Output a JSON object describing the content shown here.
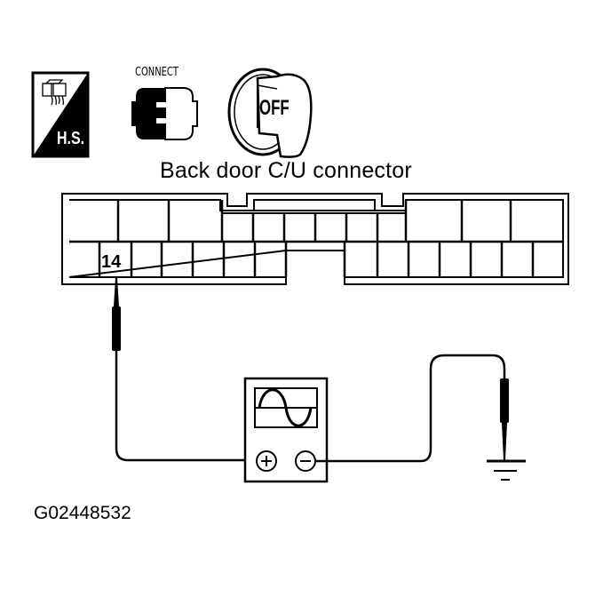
{
  "icons": {
    "harness_side": {
      "label": "H.S.",
      "icon": "harness-side-icon"
    },
    "connect": {
      "label": "CONNECT",
      "icon": "connector-connect-icon"
    },
    "ignition": {
      "label": "OFF",
      "icon": "ignition-key-off-icon"
    }
  },
  "connector": {
    "title": "Back door C/U connector",
    "highlighted_pin": "14"
  },
  "meter": {
    "type": "oscilloscope",
    "positive_terminal": "+",
    "negative_terminal": "−"
  },
  "ground": {
    "icon": "ground-icon"
  },
  "figure_id": "G02448532",
  "colors": {
    "ink": "#000000",
    "paper": "#ffffff"
  }
}
